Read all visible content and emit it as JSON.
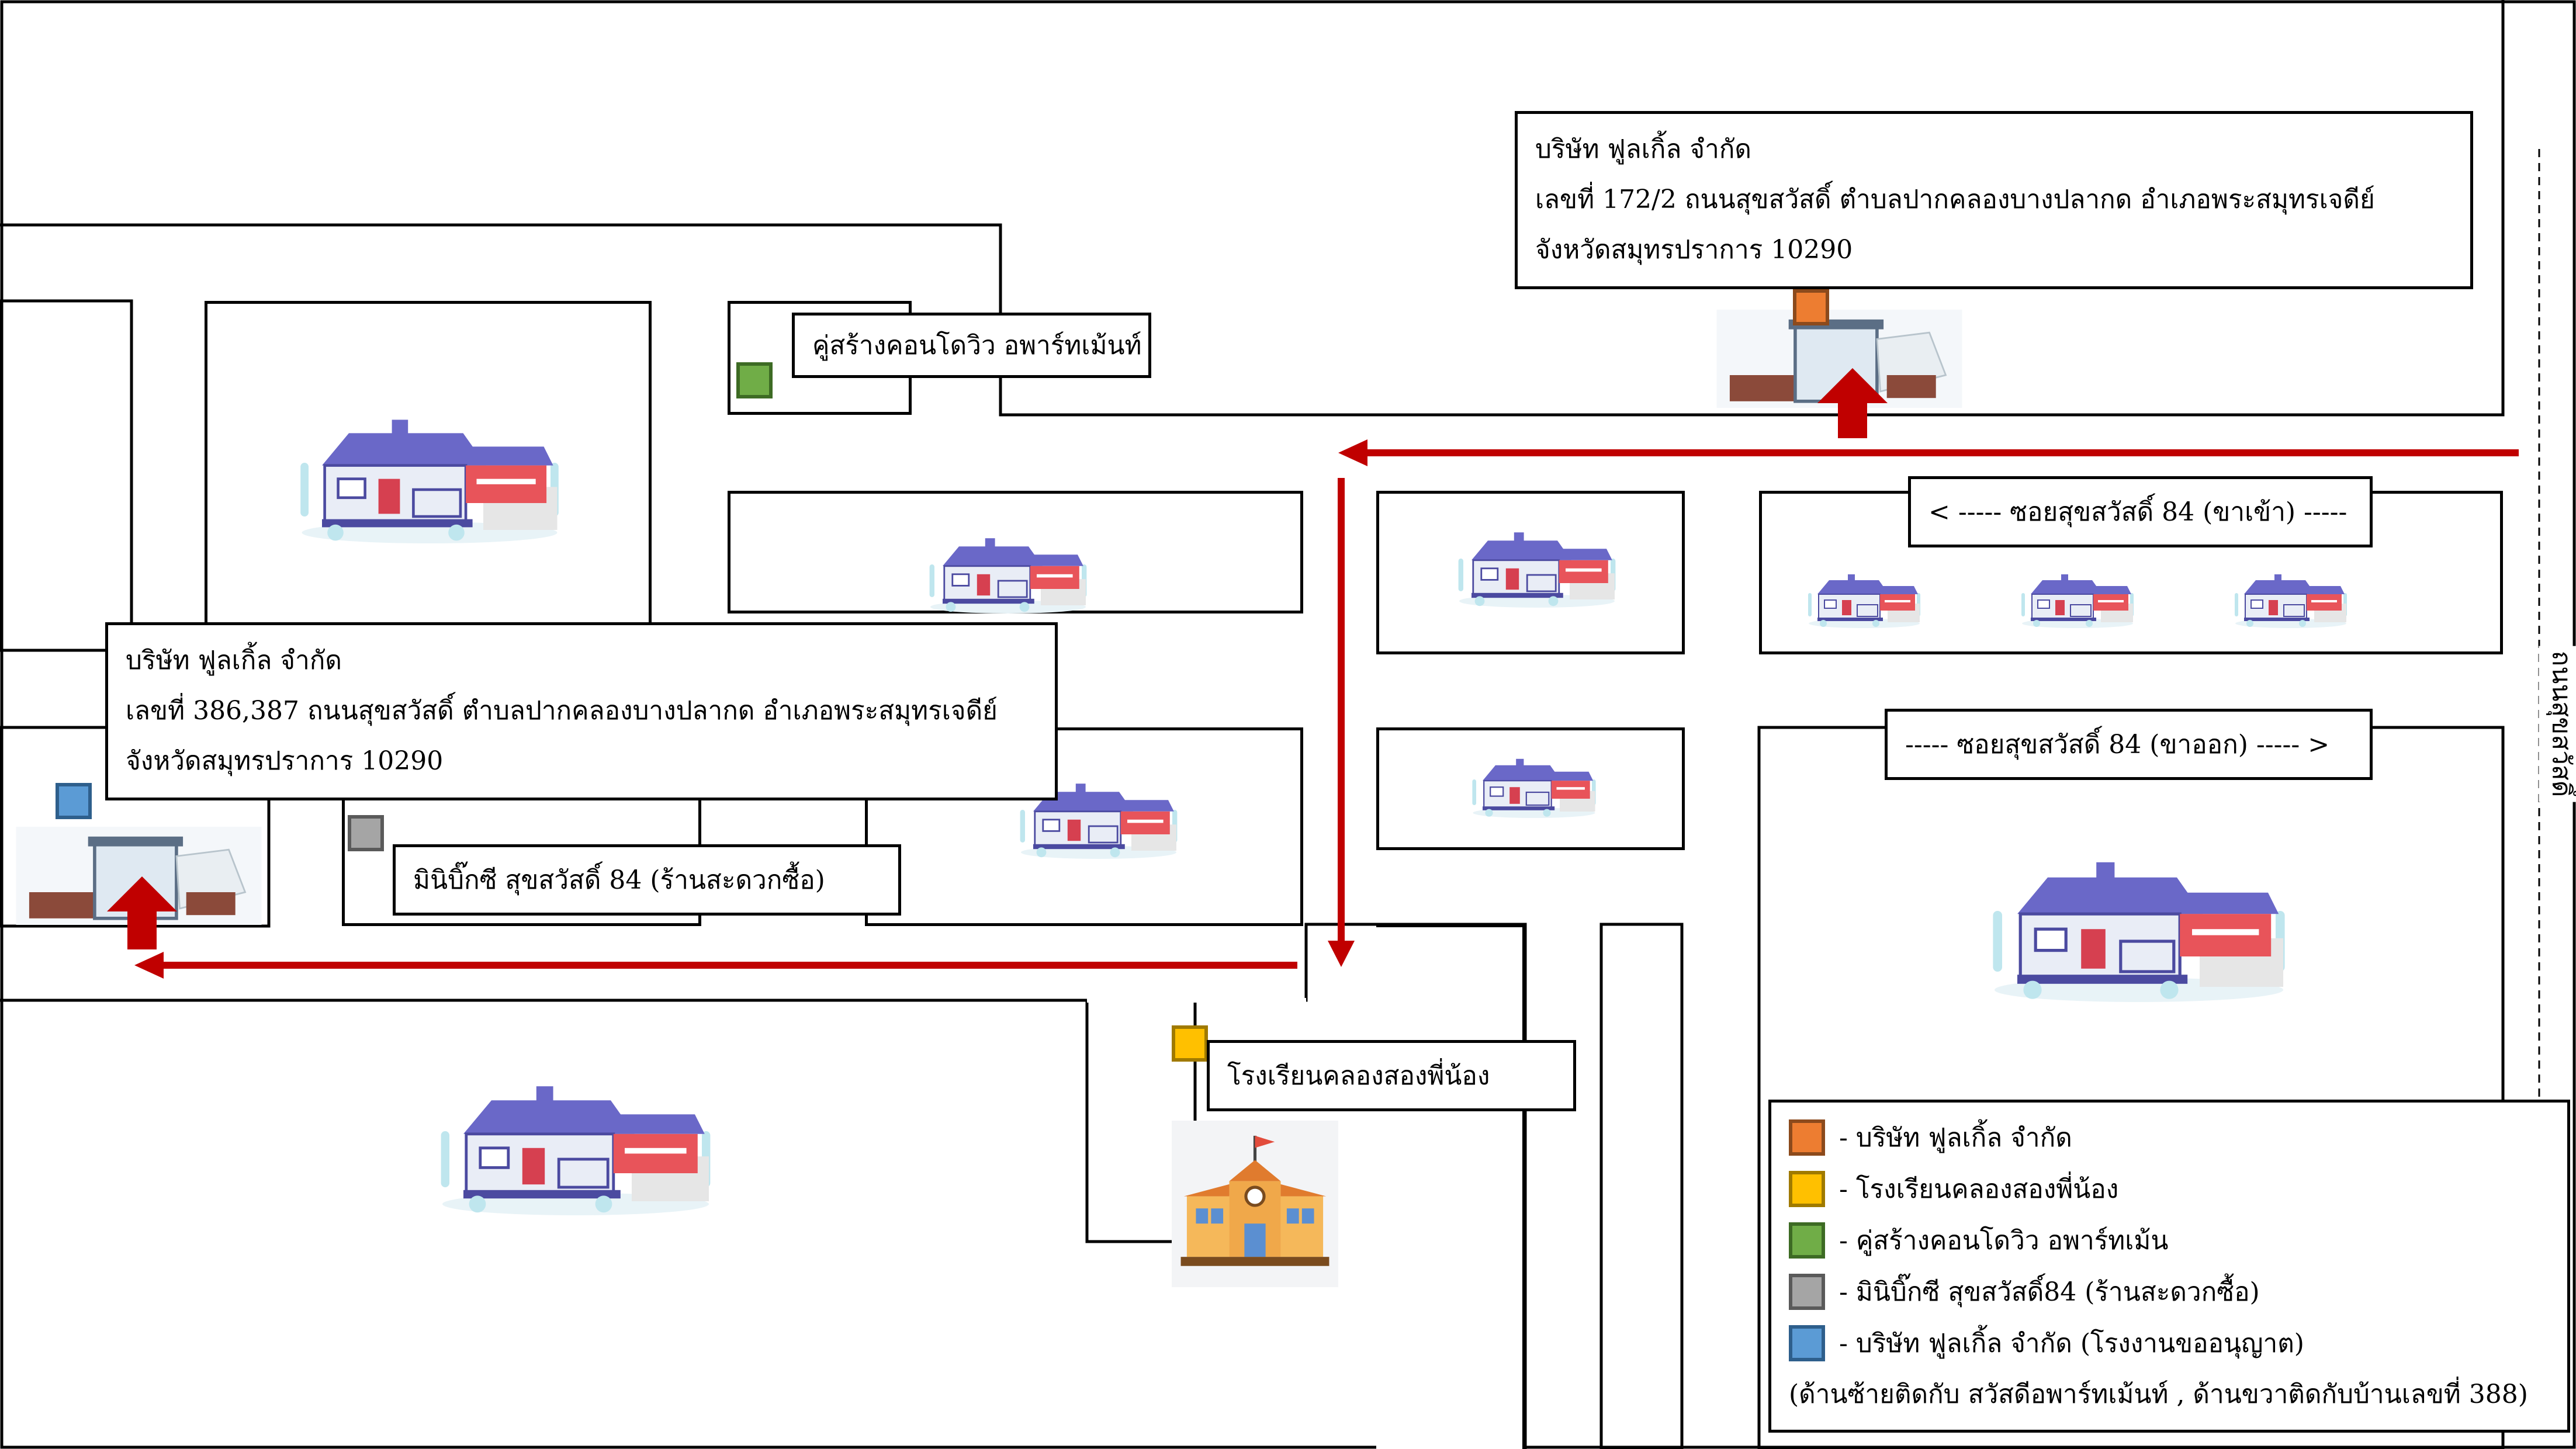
{
  "map": {
    "company_top": {
      "line1": "บริษัท ฟูลเกิ้ล จำกัด",
      "line2": "เลขที่ 172/2 ถนนสุขสวัสดิ์ ตำบลปากคลองบางปลากด อำเภอพระสมุทรเจดีย์",
      "line3": "จังหวัดสมุทรปราการ 10290"
    },
    "company_left": {
      "line1": "บริษัท ฟูลเกิ้ล จำกัด",
      "line2": "เลขที่ 386,387 ถนนสุขสวัสดิ์ ตำบลปากคลองบางปลากด อำเภอพระสมุทรเจดีย์",
      "line3": "จังหวัดสมุทรปราการ 10290"
    },
    "condo_label": "คู่สร้างคอนโดวิว อพาร์ทเม้นท์",
    "minibigc_label": "มินิบิ๊กซี สุขสวัสดิ์ 84 (ร้านสะดวกซื้อ)",
    "school_label": "โรงเรียนคลองสองพี่น้อง",
    "soi_in": "< ----- ซอยสุขสวัสดิ์ 84 (ขาเข้า) -----",
    "soi_out": "----- ซอยสุขสวัสดิ์ 84 (ขาออก) ----- >",
    "main_road": "ถนนสุขสวัสดิ์",
    "colors": {
      "arrow": "#c00000",
      "orange": "#ed7d31",
      "yellow": "#ffc000",
      "green": "#70ad47",
      "gray": "#a5a5a5",
      "blue": "#5b9bd5"
    }
  },
  "legend": {
    "items": [
      {
        "label": "- บริษัท ฟูลเกิ้ล จำกัด",
        "color": "#ed7d31"
      },
      {
        "label": "- โรงเรียนคลองสองพี่น้อง",
        "color": "#ffc000"
      },
      {
        "label": "- คู่สร้างคอนโดวิว อพาร์ทเม้น",
        "color": "#70ad47"
      },
      {
        "label": "- มินิบิ๊กซี สุขสวัสดิ์84 (ร้านสะดวกซื้อ)",
        "color": "#a5a5a5"
      },
      {
        "label": "- บริษัท ฟูลเกิ้ล จำกัด (โรงงานขออนุญาต)",
        "color": "#5b9bd5"
      }
    ],
    "note": "(ด้านซ้ายติดกับ สวัสดีอพาร์ทเม้นท์ , ด้านขวาติดกับบ้านเลขที่ 388)"
  }
}
